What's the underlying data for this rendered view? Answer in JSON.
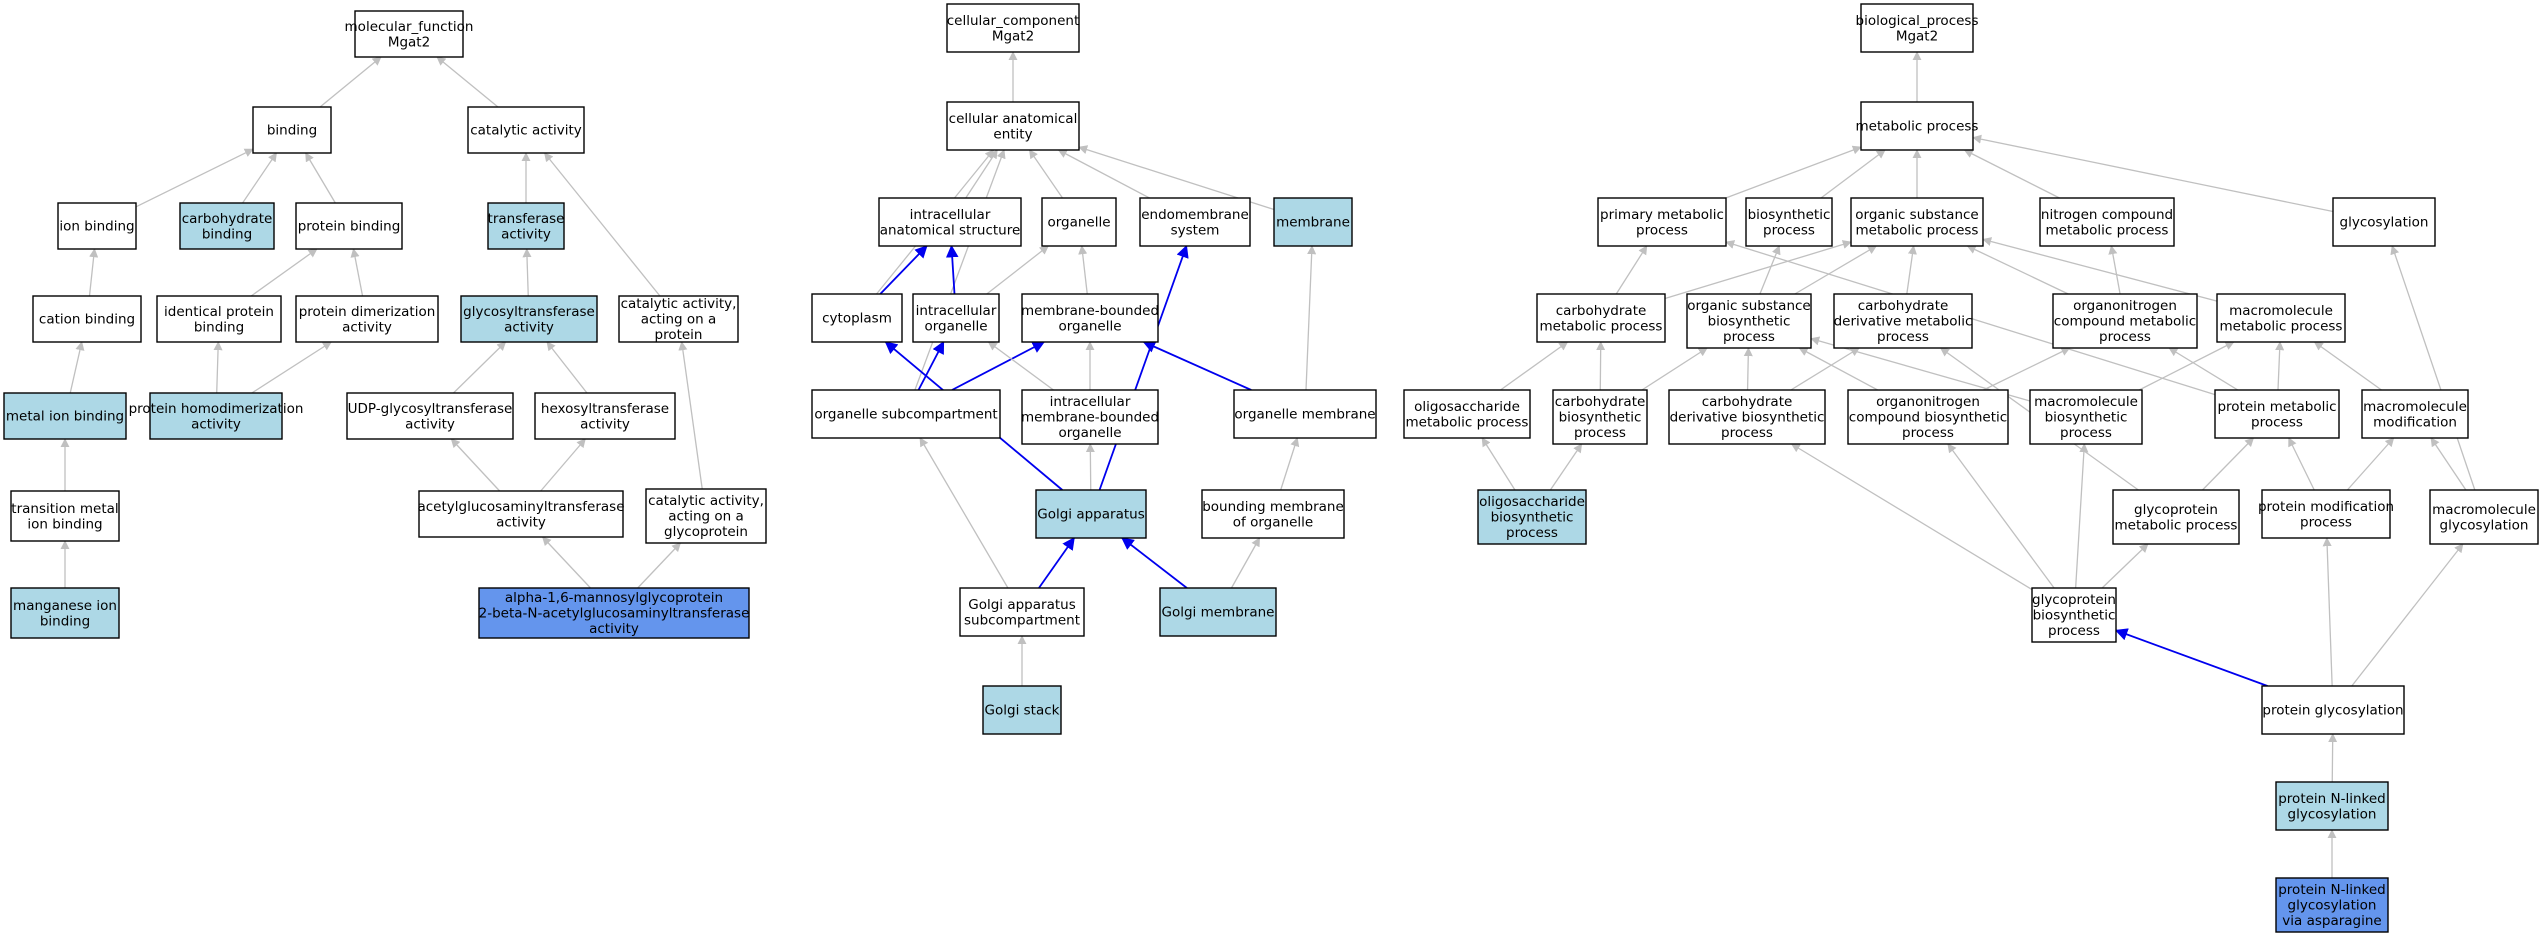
{
  "colors": {
    "node_default": "#ffffff",
    "node_light": "#add8e6",
    "node_focus": "#6495ed",
    "edge_default": "#c0c0c0",
    "edge_highlight": "#0000ee",
    "border": "#000000"
  },
  "nodes": [
    {
      "id": "mf_root",
      "lines": [
        "molecular_function",
        "Mgat2"
      ],
      "fill": "default"
    },
    {
      "id": "binding",
      "lines": [
        "binding"
      ],
      "fill": "default"
    },
    {
      "id": "catalytic",
      "lines": [
        "catalytic activity"
      ],
      "fill": "default"
    },
    {
      "id": "ion_binding",
      "lines": [
        "ion binding"
      ],
      "fill": "default"
    },
    {
      "id": "carb_binding",
      "lines": [
        "carbohydrate",
        "binding"
      ],
      "fill": "light"
    },
    {
      "id": "protein_binding",
      "lines": [
        "protein binding"
      ],
      "fill": "default"
    },
    {
      "id": "transferase",
      "lines": [
        "transferase",
        "activity"
      ],
      "fill": "light"
    },
    {
      "id": "cation_binding",
      "lines": [
        "cation binding"
      ],
      "fill": "default"
    },
    {
      "id": "identical_protein",
      "lines": [
        "identical protein",
        "binding"
      ],
      "fill": "default"
    },
    {
      "id": "protein_dimer",
      "lines": [
        "protein dimerization",
        "activity"
      ],
      "fill": "default"
    },
    {
      "id": "glycosyltransferase",
      "lines": [
        "glycosyltransferase",
        "activity"
      ],
      "fill": "light"
    },
    {
      "id": "cat_protein",
      "lines": [
        "catalytic activity,",
        "acting on a",
        "protein"
      ],
      "fill": "default"
    },
    {
      "id": "metal_ion",
      "lines": [
        "metal ion binding"
      ],
      "fill": "light"
    },
    {
      "id": "homodimer",
      "lines": [
        "protein homodimerization",
        "activity"
      ],
      "fill": "light"
    },
    {
      "id": "udp_glyco",
      "lines": [
        "UDP-glycosyltransferase",
        "activity"
      ],
      "fill": "default"
    },
    {
      "id": "hexosyl",
      "lines": [
        "hexosyltransferase",
        "activity"
      ],
      "fill": "default"
    },
    {
      "id": "transition_metal",
      "lines": [
        "transition metal",
        "ion binding"
      ],
      "fill": "default"
    },
    {
      "id": "acetylglucos",
      "lines": [
        "acetylglucosaminyltransferase",
        "activity"
      ],
      "fill": "default"
    },
    {
      "id": "cat_glycoprotein",
      "lines": [
        "catalytic activity,",
        "acting on a",
        "glycoprotein"
      ],
      "fill": "default"
    },
    {
      "id": "manganese",
      "lines": [
        "manganese ion",
        "binding"
      ],
      "fill": "light"
    },
    {
      "id": "alpha16",
      "lines": [
        "alpha-1,6-mannosylglycoprotein",
        "2-beta-N-acetylglucosaminyltransferase",
        "activity"
      ],
      "fill": "focus"
    },
    {
      "id": "cc_root",
      "lines": [
        "cellular_component",
        "Mgat2"
      ],
      "fill": "default"
    },
    {
      "id": "cell_anat",
      "lines": [
        "cellular anatomical",
        "entity"
      ],
      "fill": "default"
    },
    {
      "id": "intra_anat",
      "lines": [
        "intracellular",
        "anatomical structure"
      ],
      "fill": "default"
    },
    {
      "id": "organelle",
      "lines": [
        "organelle"
      ],
      "fill": "default"
    },
    {
      "id": "endomembrane",
      "lines": [
        "endomembrane",
        "system"
      ],
      "fill": "default"
    },
    {
      "id": "membrane",
      "lines": [
        "membrane"
      ],
      "fill": "light"
    },
    {
      "id": "cytoplasm",
      "lines": [
        "cytoplasm"
      ],
      "fill": "default"
    },
    {
      "id": "intra_organelle",
      "lines": [
        "intracellular",
        "organelle"
      ],
      "fill": "default"
    },
    {
      "id": "membrane_bounded",
      "lines": [
        "membrane-bounded",
        "organelle"
      ],
      "fill": "default"
    },
    {
      "id": "organelle_sub",
      "lines": [
        "organelle subcompartment"
      ],
      "fill": "default"
    },
    {
      "id": "intra_mb_org",
      "lines": [
        "intracellular",
        "membrane-bounded",
        "organelle"
      ],
      "fill": "default"
    },
    {
      "id": "organelle_membrane",
      "lines": [
        "organelle membrane"
      ],
      "fill": "default"
    },
    {
      "id": "golgi",
      "lines": [
        "Golgi apparatus"
      ],
      "fill": "light"
    },
    {
      "id": "bounding_membrane",
      "lines": [
        "bounding membrane",
        "of organelle"
      ],
      "fill": "default"
    },
    {
      "id": "golgi_sub",
      "lines": [
        "Golgi apparatus",
        "subcompartment"
      ],
      "fill": "default"
    },
    {
      "id": "golgi_membrane",
      "lines": [
        "Golgi membrane"
      ],
      "fill": "light"
    },
    {
      "id": "golgi_stack",
      "lines": [
        "Golgi stack"
      ],
      "fill": "light"
    },
    {
      "id": "bp_root",
      "lines": [
        "biological_process",
        "Mgat2"
      ],
      "fill": "default"
    },
    {
      "id": "metabolic",
      "lines": [
        "metabolic process"
      ],
      "fill": "default"
    },
    {
      "id": "primary_met",
      "lines": [
        "primary metabolic",
        "process"
      ],
      "fill": "default"
    },
    {
      "id": "biosynthetic",
      "lines": [
        "biosynthetic",
        "process"
      ],
      "fill": "default"
    },
    {
      "id": "org_sub_met",
      "lines": [
        "organic substance",
        "metabolic process"
      ],
      "fill": "default"
    },
    {
      "id": "nitrogen",
      "lines": [
        "nitrogen compound",
        "metabolic process"
      ],
      "fill": "default"
    },
    {
      "id": "glycosylation",
      "lines": [
        "glycosylation"
      ],
      "fill": "default"
    },
    {
      "id": "carb_met",
      "lines": [
        "carbohydrate",
        "metabolic process"
      ],
      "fill": "default"
    },
    {
      "id": "org_sub_bio",
      "lines": [
        "organic substance",
        "biosynthetic",
        "process"
      ],
      "fill": "default"
    },
    {
      "id": "carb_deriv_met",
      "lines": [
        "carbohydrate",
        "derivative metabolic",
        "process"
      ],
      "fill": "default"
    },
    {
      "id": "organonitrogen_met",
      "lines": [
        "organonitrogen",
        "compound metabolic",
        "process"
      ],
      "fill": "default"
    },
    {
      "id": "macro_met",
      "lines": [
        "macromolecule",
        "metabolic process"
      ],
      "fill": "default"
    },
    {
      "id": "oligo_met",
      "lines": [
        "oligosaccharide",
        "metabolic process"
      ],
      "fill": "default"
    },
    {
      "id": "carb_bio",
      "lines": [
        "carbohydrate",
        "biosynthetic",
        "process"
      ],
      "fill": "default"
    },
    {
      "id": "carb_deriv_bio",
      "lines": [
        "carbohydrate",
        "derivative biosynthetic",
        "process"
      ],
      "fill": "default"
    },
    {
      "id": "organonitrogen_bio",
      "lines": [
        "organonitrogen",
        "compound biosynthetic",
        "process"
      ],
      "fill": "default"
    },
    {
      "id": "macro_bio",
      "lines": [
        "macromolecule",
        "biosynthetic",
        "process"
      ],
      "fill": "default"
    },
    {
      "id": "protein_met",
      "lines": [
        "protein metabolic",
        "process"
      ],
      "fill": "default"
    },
    {
      "id": "macro_mod",
      "lines": [
        "macromolecule",
        "modification"
      ],
      "fill": "default"
    },
    {
      "id": "oligo_bio",
      "lines": [
        "oligosaccharide",
        "biosynthetic",
        "process"
      ],
      "fill": "light"
    },
    {
      "id": "glycoprotein_met",
      "lines": [
        "glycoprotein",
        "metabolic process"
      ],
      "fill": "default"
    },
    {
      "id": "protein_mod",
      "lines": [
        "protein modification",
        "process"
      ],
      "fill": "default"
    },
    {
      "id": "macro_glyco",
      "lines": [
        "macromolecule",
        "glycosylation"
      ],
      "fill": "default"
    },
    {
      "id": "glycoprotein_bio",
      "lines": [
        "glycoprotein",
        "biosynthetic",
        "process"
      ],
      "fill": "default"
    },
    {
      "id": "protein_glyco",
      "lines": [
        "protein glycosylation"
      ],
      "fill": "default"
    },
    {
      "id": "n_linked",
      "lines": [
        "protein N-linked",
        "glycosylation"
      ],
      "fill": "light"
    },
    {
      "id": "n_linked_asn",
      "lines": [
        "protein N-linked",
        "glycosylation",
        "via asparagine"
      ],
      "fill": "focus"
    }
  ],
  "edges": [
    [
      "binding",
      "mf_root",
      "default"
    ],
    [
      "catalytic",
      "mf_root",
      "default"
    ],
    [
      "ion_binding",
      "binding",
      "default"
    ],
    [
      "carb_binding",
      "binding",
      "default"
    ],
    [
      "protein_binding",
      "binding",
      "default"
    ],
    [
      "transferase",
      "catalytic",
      "default"
    ],
    [
      "cat_protein",
      "catalytic",
      "default"
    ],
    [
      "cation_binding",
      "ion_binding",
      "default"
    ],
    [
      "identical_protein",
      "protein_binding",
      "default"
    ],
    [
      "protein_dimer",
      "protein_binding",
      "default"
    ],
    [
      "glycosyltransferase",
      "transferase",
      "default"
    ],
    [
      "metal_ion",
      "cation_binding",
      "default"
    ],
    [
      "homodimer",
      "identical_protein",
      "default"
    ],
    [
      "homodimer",
      "protein_dimer",
      "default"
    ],
    [
      "udp_glyco",
      "glycosyltransferase",
      "default"
    ],
    [
      "hexosyl",
      "glycosyltransferase",
      "default"
    ],
    [
      "transition_metal",
      "metal_ion",
      "default"
    ],
    [
      "acetylglucos",
      "udp_glyco",
      "default"
    ],
    [
      "acetylglucos",
      "hexosyl",
      "default"
    ],
    [
      "cat_glycoprotein",
      "cat_protein",
      "default"
    ],
    [
      "manganese",
      "transition_metal",
      "default"
    ],
    [
      "alpha16",
      "acetylglucos",
      "default"
    ],
    [
      "alpha16",
      "cat_glycoprotein",
      "default"
    ],
    [
      "cell_anat",
      "cc_root",
      "default"
    ],
    [
      "intra_anat",
      "cell_anat",
      "default"
    ],
    [
      "organelle",
      "cell_anat",
      "default"
    ],
    [
      "endomembrane",
      "cell_anat",
      "default"
    ],
    [
      "membrane",
      "cell_anat",
      "default"
    ],
    [
      "cytoplasm",
      "cell_anat",
      "default"
    ],
    [
      "organelle_sub",
      "cell_anat",
      "default"
    ],
    [
      "cytoplasm",
      "intra_anat",
      "highlight"
    ],
    [
      "intra_organelle",
      "intra_anat",
      "highlight"
    ],
    [
      "intra_organelle",
      "organelle",
      "default"
    ],
    [
      "membrane_bounded",
      "organelle",
      "default"
    ],
    [
      "organelle_sub",
      "intra_organelle",
      "highlight"
    ],
    [
      "organelle_sub",
      "membrane_bounded",
      "highlight"
    ],
    [
      "intra_mb_org",
      "intra_organelle",
      "default"
    ],
    [
      "intra_mb_org",
      "membrane_bounded",
      "default"
    ],
    [
      "organelle_membrane",
      "membrane_bounded",
      "highlight"
    ],
    [
      "organelle_membrane",
      "membrane",
      "default"
    ],
    [
      "golgi",
      "intra_mb_org",
      "default"
    ],
    [
      "golgi",
      "cytoplasm",
      "highlight"
    ],
    [
      "golgi",
      "endomembrane",
      "highlight"
    ],
    [
      "bounding_membrane",
      "organelle_membrane",
      "default"
    ],
    [
      "golgi_sub",
      "organelle_sub",
      "default"
    ],
    [
      "golgi_sub",
      "golgi",
      "highlight"
    ],
    [
      "golgi_membrane",
      "golgi",
      "highlight"
    ],
    [
      "golgi_membrane",
      "bounding_membrane",
      "default"
    ],
    [
      "golgi_stack",
      "golgi_sub",
      "default"
    ],
    [
      "metabolic",
      "bp_root",
      "default"
    ],
    [
      "primary_met",
      "metabolic",
      "default"
    ],
    [
      "biosynthetic",
      "metabolic",
      "default"
    ],
    [
      "org_sub_met",
      "metabolic",
      "default"
    ],
    [
      "nitrogen",
      "metabolic",
      "default"
    ],
    [
      "glycosylation",
      "metabolic",
      "default"
    ],
    [
      "carb_met",
      "primary_met",
      "default"
    ],
    [
      "carb_met",
      "org_sub_met",
      "default"
    ],
    [
      "org_sub_bio",
      "biosynthetic",
      "default"
    ],
    [
      "org_sub_bio",
      "org_sub_met",
      "default"
    ],
    [
      "carb_deriv_met",
      "org_sub_met",
      "default"
    ],
    [
      "organonitrogen_met",
      "org_sub_met",
      "default"
    ],
    [
      "organonitrogen_met",
      "nitrogen",
      "default"
    ],
    [
      "macro_met",
      "org_sub_met",
      "default"
    ],
    [
      "oligo_met",
      "carb_met",
      "default"
    ],
    [
      "carb_bio",
      "carb_met",
      "default"
    ],
    [
      "carb_bio",
      "org_sub_bio",
      "default"
    ],
    [
      "carb_deriv_bio",
      "carb_deriv_met",
      "default"
    ],
    [
      "carb_deriv_bio",
      "org_sub_bio",
      "default"
    ],
    [
      "organonitrogen_bio",
      "organonitrogen_met",
      "default"
    ],
    [
      "organonitrogen_bio",
      "org_sub_bio",
      "default"
    ],
    [
      "macro_bio",
      "macro_met",
      "default"
    ],
    [
      "macro_bio",
      "org_sub_bio",
      "default"
    ],
    [
      "protein_met",
      "macro_met",
      "default"
    ],
    [
      "protein_met",
      "organonitrogen_met",
      "default"
    ],
    [
      "protein_met",
      "primary_met",
      "default"
    ],
    [
      "macro_mod",
      "macro_met",
      "default"
    ],
    [
      "oligo_bio",
      "oligo_met",
      "default"
    ],
    [
      "oligo_bio",
      "carb_bio",
      "default"
    ],
    [
      "glycoprotein_met",
      "protein_met",
      "default"
    ],
    [
      "glycoprotein_met",
      "carb_deriv_met",
      "default"
    ],
    [
      "protein_mod",
      "protein_met",
      "default"
    ],
    [
      "protein_mod",
      "macro_mod",
      "default"
    ],
    [
      "macro_glyco",
      "macro_mod",
      "default"
    ],
    [
      "macro_glyco",
      "glycosylation",
      "default"
    ],
    [
      "glycoprotein_bio",
      "glycoprotein_met",
      "default"
    ],
    [
      "glycoprotein_bio",
      "carb_deriv_bio",
      "default"
    ],
    [
      "glycoprotein_bio",
      "organonitrogen_bio",
      "default"
    ],
    [
      "glycoprotein_bio",
      "macro_bio",
      "default"
    ],
    [
      "protein_glyco",
      "glycoprotein_bio",
      "highlight"
    ],
    [
      "protein_glyco",
      "protein_mod",
      "default"
    ],
    [
      "protein_glyco",
      "macro_glyco",
      "default"
    ],
    [
      "n_linked",
      "protein_glyco",
      "default"
    ],
    [
      "n_linked_asn",
      "n_linked",
      "default"
    ]
  ]
}
